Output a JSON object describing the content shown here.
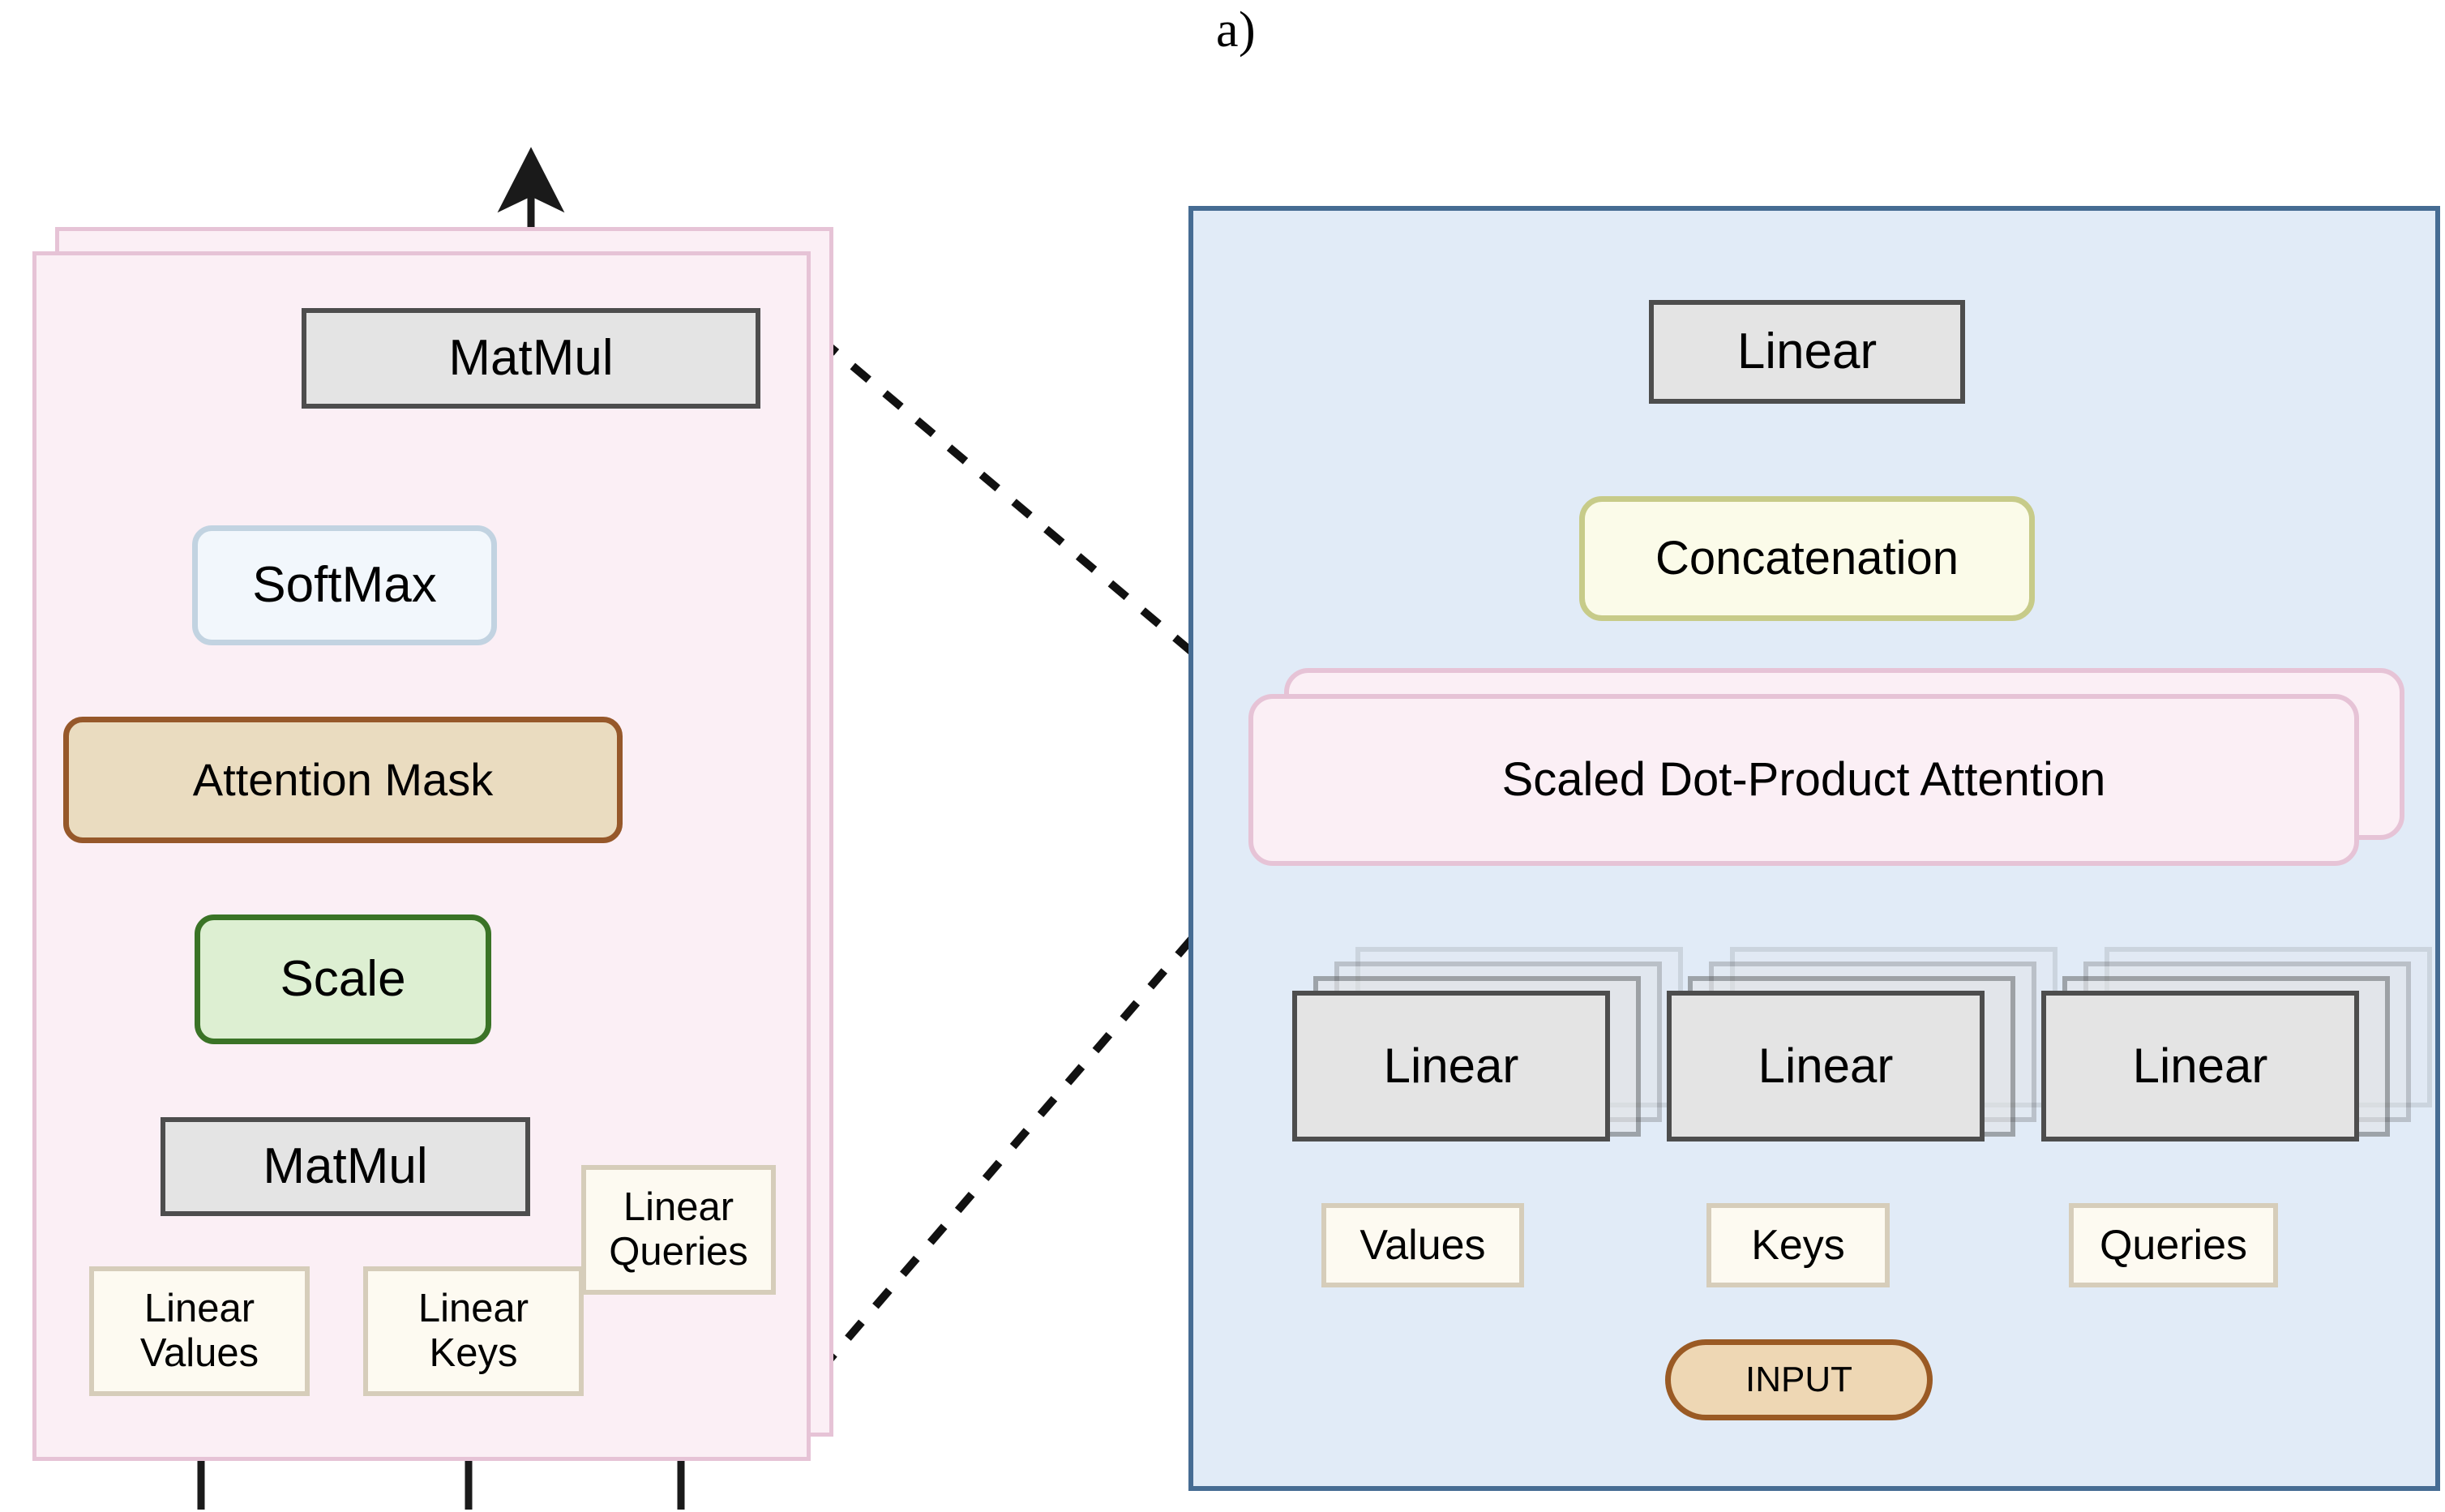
{
  "figure": {
    "label": "a)",
    "title_font": "serif"
  },
  "colors": {
    "panel_pink_fill": "#fbeff5",
    "panel_pink_border": "#e6c3d6",
    "panel_blue_fill": "#e1ebf7",
    "panel_blue_border": "#466c93",
    "gray_box_fill": "#e4e4e4",
    "gray_box_border": "#4d4d4d",
    "softmax_fill": "#f2f7fc",
    "softmax_border": "#c2d3e1",
    "attention_mask_fill": "#eadcc0",
    "attention_mask_border": "#96582a",
    "scale_fill": "#ddefd2",
    "scale_border": "#3a7326",
    "cream_fill": "#fdfaf1",
    "cream_border": "#d6cdba",
    "concat_fill": "#fbfbe9",
    "concat_border": "#c7cb89",
    "input_fill": "#eed7b4",
    "input_border": "#9a5a24",
    "arrow": "#1a1a1a"
  },
  "left_diagram": {
    "name": "scaled-dot-product-attention-detail",
    "stacked_layers": 2,
    "nodes": [
      {
        "id": "matmul-top",
        "label": "MatMul",
        "style": "gray"
      },
      {
        "id": "softmax",
        "label": "SoftMax",
        "style": "blue-round"
      },
      {
        "id": "attention-mask",
        "label": "Attention Mask",
        "style": "tan-round"
      },
      {
        "id": "scale",
        "label": "Scale",
        "style": "green-round"
      },
      {
        "id": "matmul-bottom",
        "label": "MatMul",
        "style": "gray"
      },
      {
        "id": "linear-queries",
        "label": "Linear\nQueries",
        "style": "cream"
      },
      {
        "id": "linear-values",
        "label": "Linear\nValues",
        "style": "cream"
      },
      {
        "id": "linear-keys",
        "label": "Linear\nKeys",
        "style": "cream"
      }
    ]
  },
  "right_diagram": {
    "name": "multi-head-attention-overview",
    "nodes": [
      {
        "id": "linear-out",
        "label": "Linear",
        "style": "gray"
      },
      {
        "id": "concatenation",
        "label": "Concatenation",
        "style": "olive-round"
      },
      {
        "id": "sdpa",
        "label": "Scaled Dot-Product Attention",
        "style": "pink-round",
        "stacked_layers": 2
      },
      {
        "id": "linear-values",
        "label": "Linear",
        "style": "gray",
        "stacked_layers": 4
      },
      {
        "id": "linear-keys",
        "label": "Linear",
        "style": "gray",
        "stacked_layers": 4
      },
      {
        "id": "linear-queries",
        "label": "Linear",
        "style": "gray",
        "stacked_layers": 4
      },
      {
        "id": "values",
        "label": "Values",
        "style": "cream"
      },
      {
        "id": "keys",
        "label": "Keys",
        "style": "cream"
      },
      {
        "id": "queries",
        "label": "Queries",
        "style": "cream"
      },
      {
        "id": "input",
        "label": "INPUT",
        "style": "input-pill"
      }
    ]
  },
  "connector": {
    "name": "zoom-callout",
    "style": "dashed",
    "from": "left-panel-matmul-top",
    "to": "right-panel-sdpa"
  }
}
